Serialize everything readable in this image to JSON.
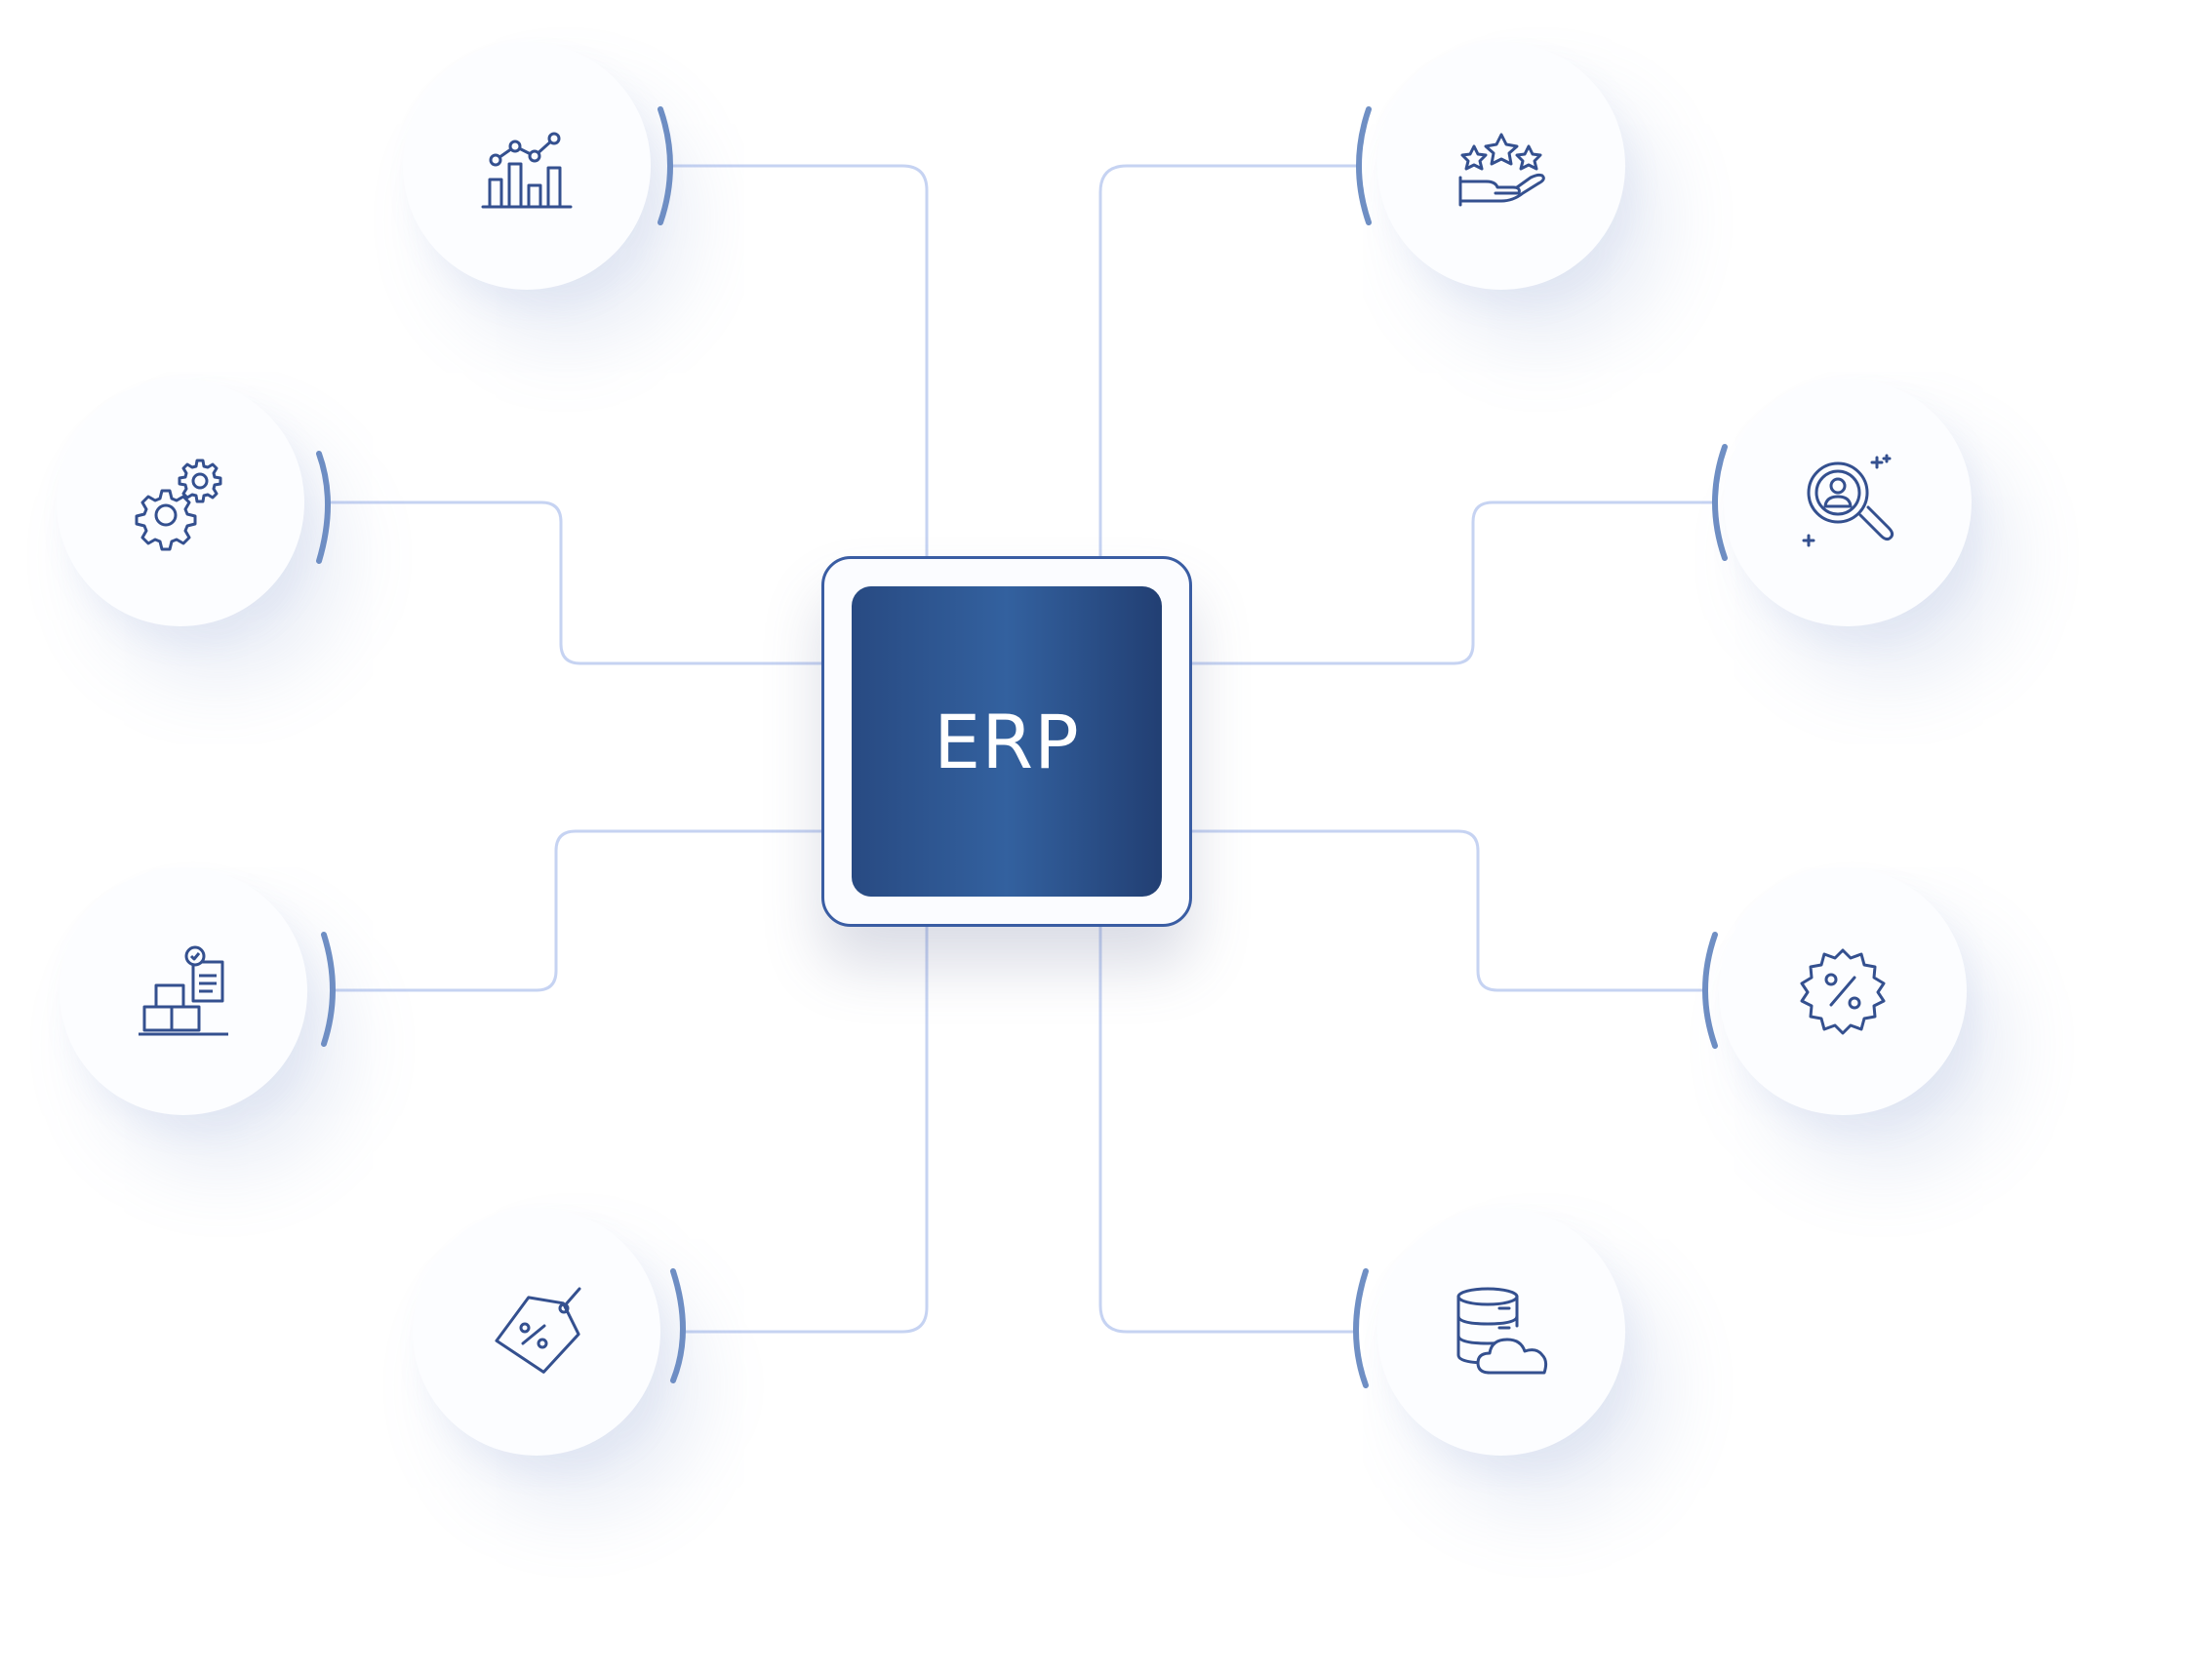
{
  "hub": {
    "label": "ERP"
  },
  "colors": {
    "line": "#c6d3f2",
    "bracket": "#6f8fc4",
    "icon": "#34508f",
    "hub_border": "#3a5da3",
    "hub_fill": "#2d5796"
  },
  "nodes": [
    {
      "id": "analytics",
      "icon": "bar-chart-trend-icon"
    },
    {
      "id": "settings",
      "icon": "gears-icon"
    },
    {
      "id": "inventory",
      "icon": "boxes-checklist-icon"
    },
    {
      "id": "pricing",
      "icon": "discount-tag-icon"
    },
    {
      "id": "reviews",
      "icon": "stars-hand-icon"
    },
    {
      "id": "recruiting",
      "icon": "user-search-icon"
    },
    {
      "id": "discounts",
      "icon": "percent-badge-icon"
    },
    {
      "id": "cloud-database",
      "icon": "database-cloud-icon"
    }
  ]
}
